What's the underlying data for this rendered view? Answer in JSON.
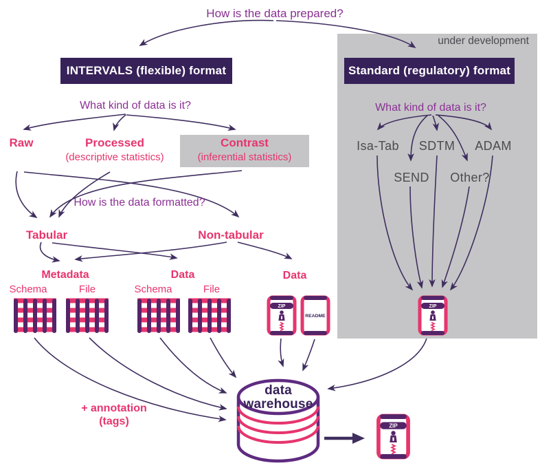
{
  "colors": {
    "pink": "#e6356e",
    "purple_question": "#8a3093",
    "purple_dark_box": "#372159",
    "arrow_purple": "#3f2e5f",
    "panel_gray": "#c5c5c7",
    "neutral_text": "#4b4b50",
    "cylinder_purple": "#5e2b80",
    "icon_purple": "#542468"
  },
  "title": "How is the data prepared?",
  "intervals": {
    "box_label": "INTERVALS (flexible) format",
    "kind_question": "What kind of data is it?",
    "kinds": [
      {
        "label": "Raw",
        "sub": ""
      },
      {
        "label": "Processed",
        "sub": "(descriptive statistics)"
      },
      {
        "label": "Contrast",
        "sub": "(inferential statistics)"
      }
    ],
    "format_question": "How is the data formatted?",
    "formats": [
      "Tabular",
      "Non-tabular"
    ],
    "groups": [
      {
        "label": "Metadata",
        "cols": [
          "Schema",
          "File"
        ]
      },
      {
        "label": "Data",
        "cols": [
          "Schema",
          "File"
        ]
      },
      {
        "label": "Data",
        "cols": []
      }
    ]
  },
  "standard": {
    "status": "under development",
    "box_label": "Standard (regulatory) format",
    "kind_question": "What kind of data is it?",
    "kinds": [
      "Isa-Tab",
      "SDTM",
      "ADAM",
      "SEND",
      "Other?"
    ]
  },
  "icons": {
    "zip": "ZIP",
    "readme": "README"
  },
  "warehouse": {
    "line1": "data",
    "line2": "warehouse"
  },
  "annotation": {
    "line1": "+ annotation",
    "line2": "(tags)"
  }
}
